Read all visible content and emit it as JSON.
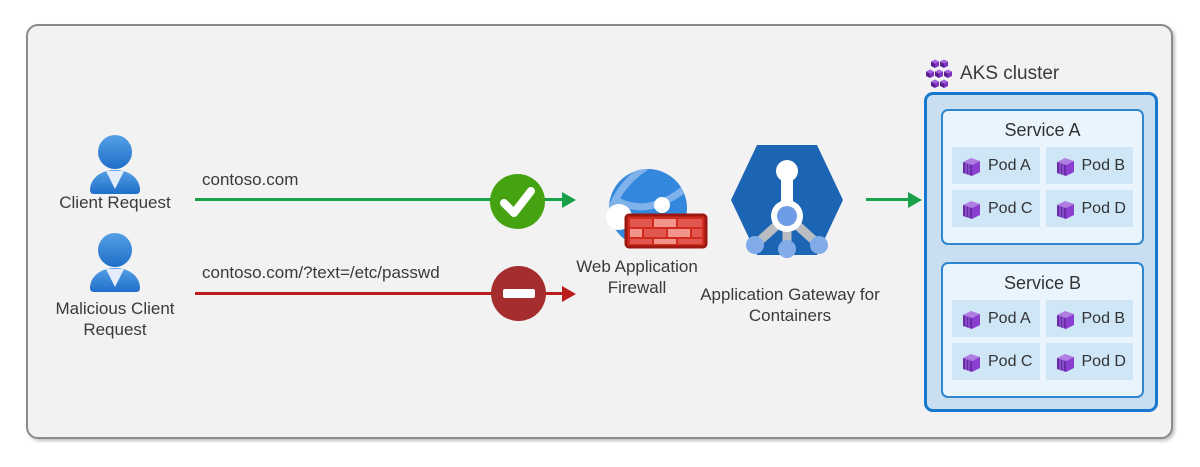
{
  "flows": [
    {
      "client_label": "Client Request",
      "request_url": "contoso.com",
      "verdict": "allowed"
    },
    {
      "client_label": "Malicious Client Request",
      "request_url": "contoso.com/?text=/etc/passwd",
      "verdict": "blocked"
    }
  ],
  "waf_label": "Web Application Firewall",
  "gateway_label": "Application Gateway for Containers",
  "aks": {
    "title": "AKS cluster",
    "services": [
      {
        "name": "Service A",
        "pods": [
          "Pod A",
          "Pod B",
          "Pod C",
          "Pod D"
        ]
      },
      {
        "name": "Service B",
        "pods": [
          "Pod A",
          "Pod B",
          "Pod C",
          "Pod D"
        ]
      }
    ]
  },
  "colors": {
    "allowed_line_green": "#19a149",
    "allowed_badge_green": "#45a211",
    "blocked_line_red": "#bb1d1d",
    "blocked_badge_red": "#a52d2d",
    "client_blue": "#2e7fd4",
    "aks_border_blue": "#1878cf",
    "aks_fill_blue": "#c9def0",
    "service_fill_blue": "#eaf4fc",
    "pod_fill_blue": "#cfe6f7",
    "pod_purple": "#8a3fd1",
    "firewall_red": "#cf2b1f"
  },
  "icons": {
    "client": "person-icon",
    "waf": "globe-firewall-icon",
    "gateway": "app-gateway-hexagon-icon",
    "aks": "aks-hexagon-cluster-icon",
    "pod": "container-pod-icon",
    "allowed": "checkmark-badge-icon",
    "blocked": "block-badge-icon",
    "flow": "arrow-right-icon"
  }
}
